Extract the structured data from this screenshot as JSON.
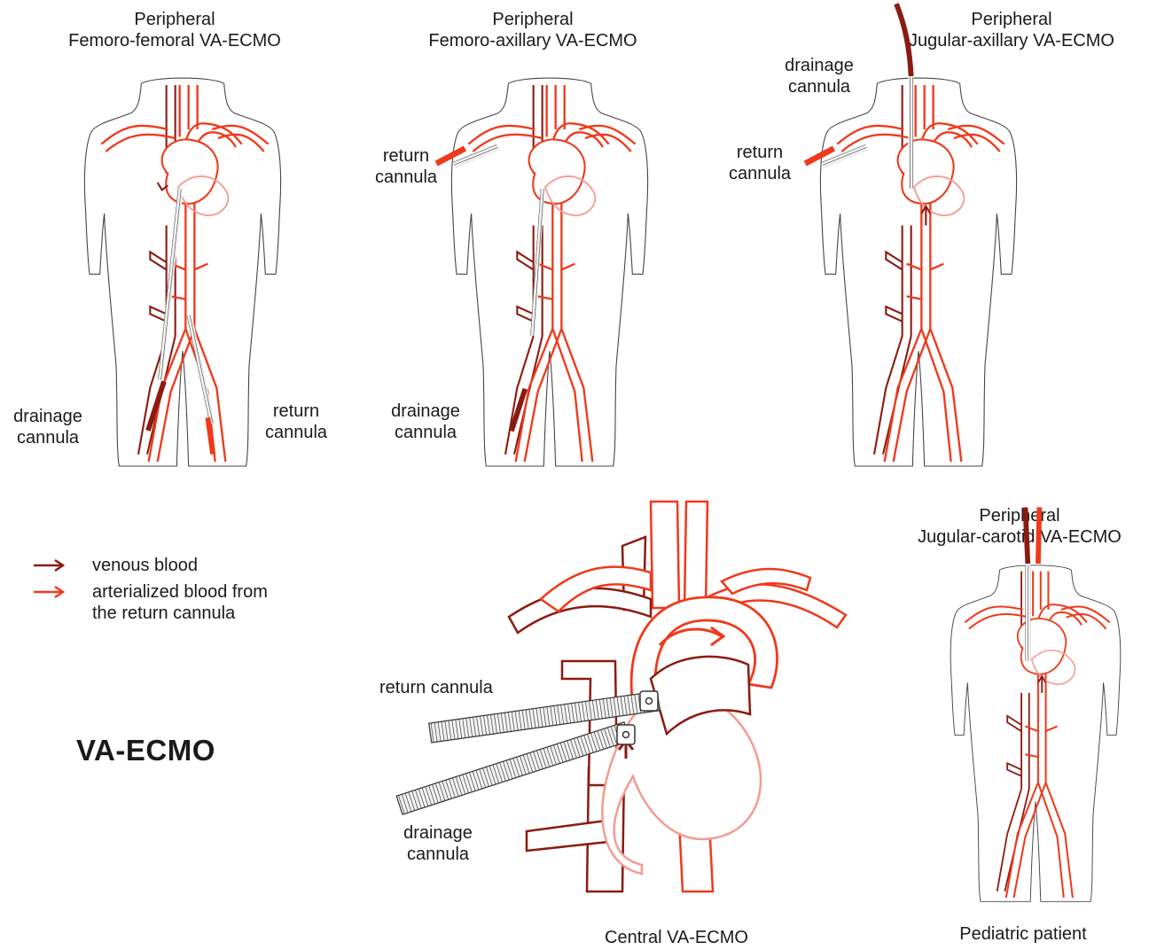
{
  "colors": {
    "venous": "#8b1a10",
    "arterial": "#f0391c",
    "heart_light": "#f59a90",
    "cannula": "#555555",
    "outline": "#444444"
  },
  "panels": {
    "fem_fem": {
      "title_line1": "Peripheral",
      "title_line2": "Femoro-femoral VA-ECMO",
      "label_drainage": "drainage\ncannula",
      "label_return": "return\ncannula"
    },
    "fem_ax": {
      "title_line1": "Peripheral",
      "title_line2": "Femoro-axillary VA-ECMO",
      "label_return": "return\ncannula",
      "label_drainage": "drainage\ncannula"
    },
    "jug_ax": {
      "title_line1": "Peripheral",
      "title_line2": "Jugular-axillary VA-ECMO",
      "label_drainage": "drainage\ncannula",
      "label_return": "return\ncannula"
    },
    "central": {
      "label_return": "return cannula",
      "label_drainage": "drainage\ncannula",
      "caption": "Central VA-ECMO"
    },
    "pediatric": {
      "title_line1": "Peripheral",
      "title_line2": "Jugular-carotid VA-ECMO",
      "caption": "Pediatric patient"
    }
  },
  "legend": {
    "venous_label": "venous blood",
    "arterial_label": "arterialized blood from\nthe return cannula"
  },
  "main_title": "VA-ECMO"
}
